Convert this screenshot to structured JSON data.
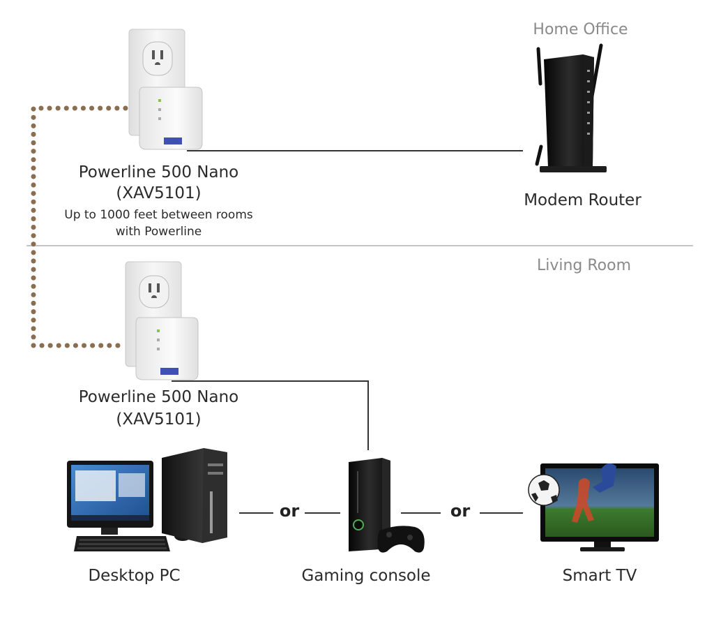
{
  "rooms": {
    "top": "Home Office",
    "bottom": "Living Room"
  },
  "adapter_top": {
    "name": "Powerline 500 Nano",
    "model": "(XAV5101)",
    "note_line1": "Up to 1000 feet between rooms",
    "note_line2": "with Powerline"
  },
  "router": {
    "label": "Modem Router"
  },
  "adapter_bottom": {
    "name": "Powerline 500 Nano",
    "model": "(XAV5101)"
  },
  "devices": {
    "pc": "Desktop PC",
    "console": "Gaming console",
    "tv": "Smart TV",
    "or_left": "or",
    "or_right": "or"
  },
  "colors": {
    "dotted_link": "#8a6e52",
    "cable": "#333333",
    "divider": "#c4c4c4",
    "room_text": "#8a8a8a"
  }
}
